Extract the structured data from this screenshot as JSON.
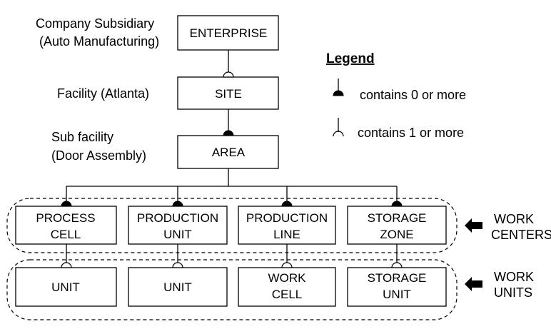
{
  "labels": {
    "enterprise_l1": "Company Subsidiary",
    "enterprise_l2": "(Auto Manufacturing)",
    "site": "Facility (Atlanta)",
    "area_l1": "Sub facility",
    "area_l2": "(Door Assembly)"
  },
  "boxes": {
    "enterprise": "ENTERPRISE",
    "site": "SITE",
    "area": "AREA",
    "process_cell_l1": "PROCESS",
    "process_cell_l2": "CELL",
    "production_unit_l1": "PRODUCTION",
    "production_unit_l2": "UNIT",
    "production_line_l1": "PRODUCTION",
    "production_line_l2": "LINE",
    "storage_zone_l1": "STORAGE",
    "storage_zone_l2": "ZONE",
    "unit_1": "UNIT",
    "unit_2": "UNIT",
    "work_cell_l1": "WORK",
    "work_cell_l2": "CELL",
    "storage_unit_l1": "STORAGE",
    "storage_unit_l2": "UNIT"
  },
  "legend": {
    "title": "Legend",
    "zero_or_more": "contains 0 or more",
    "one_or_more": "contains 1 or more"
  },
  "groups": {
    "work_centers_l1": "WORK",
    "work_centers_l2": "CENTERS",
    "work_units_l1": "WORK",
    "work_units_l2": "UNITS"
  }
}
